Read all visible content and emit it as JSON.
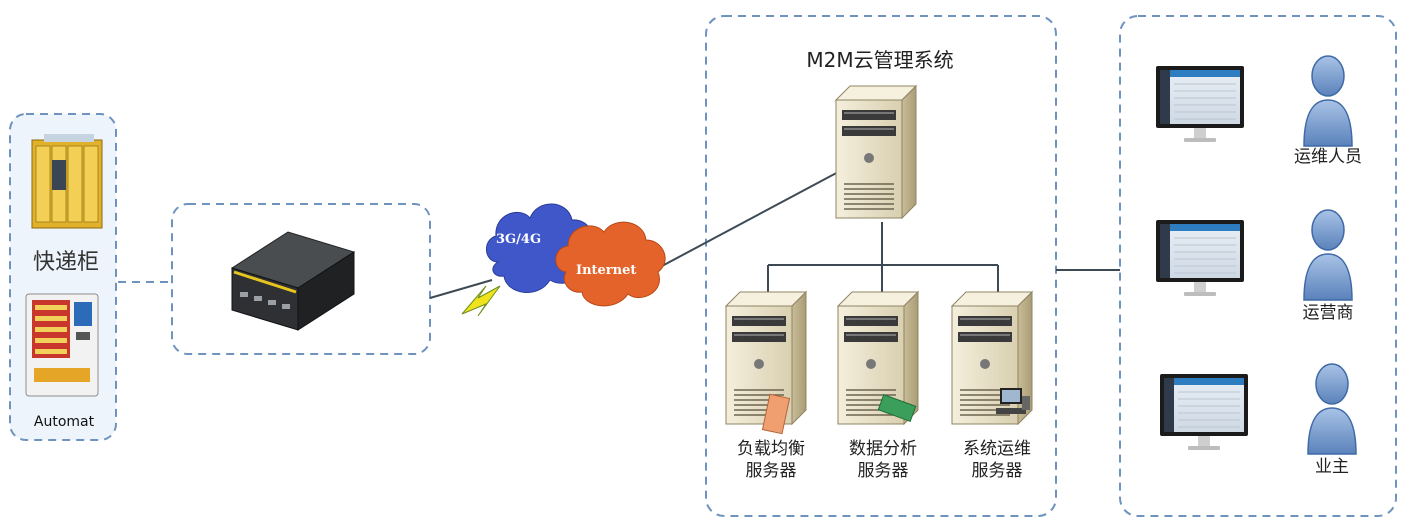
{
  "terminals": {
    "locker_label": "快递柜",
    "vending_label": "Automat"
  },
  "network": {
    "mobile_label": "3G/4G",
    "internet_label": "Internet"
  },
  "cloud_system": {
    "title": "M2M云管理系统",
    "servers": [
      {
        "line1": "负载均衡",
        "line2": "服务器"
      },
      {
        "line1": "数据分析",
        "line2": "服务器"
      },
      {
        "line1": "系统运维",
        "line2": "服务器"
      }
    ]
  },
  "users": [
    {
      "label": "运维人员"
    },
    {
      "label": "运营商"
    },
    {
      "label": "业主"
    }
  ],
  "colors": {
    "dashed_border": "#6f93bf",
    "connector": "#3d4a55",
    "cloud_blue": "#3f57c9",
    "cloud_orange": "#e4632b",
    "server_body": "#ede6cf",
    "person": "#6f95c8"
  }
}
